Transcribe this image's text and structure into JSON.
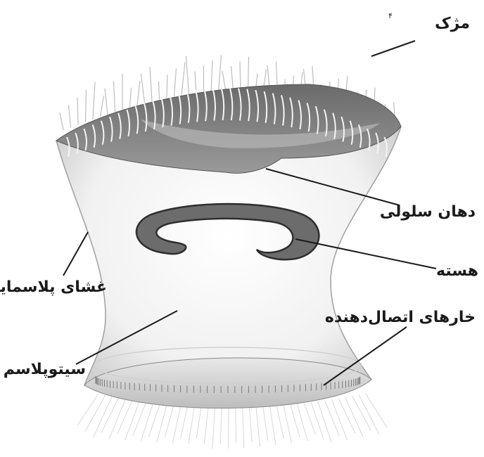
{
  "diagram": {
    "labels": {
      "cilia": "مژک",
      "cilia_marker": "۴",
      "oral_groove": "دهان سلولی",
      "nucleus": "هسته",
      "plasma_membrane": "غشای پلاسمایی",
      "connecting_spines": "خارهای اتصال‌دهنده",
      "cytoplasm": "سیتوپلاسم"
    }
  }
}
